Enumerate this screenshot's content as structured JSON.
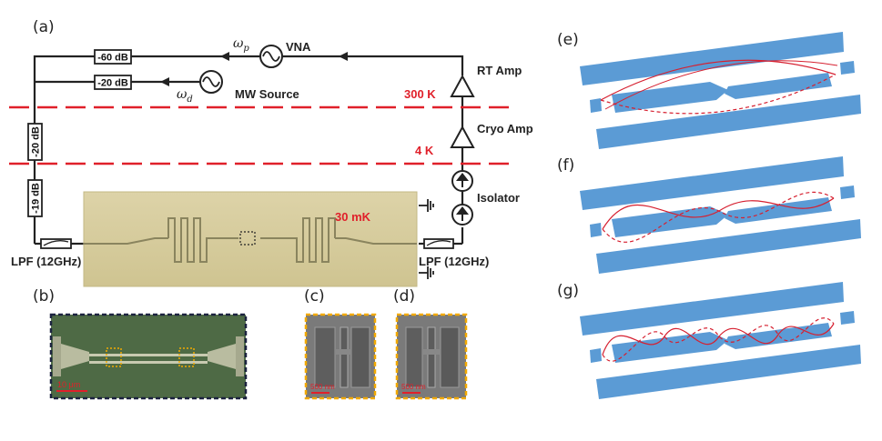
{
  "panels": {
    "a": "(a)",
    "b": "(b)",
    "c": "(c)",
    "d": "(d)",
    "e": "(e)",
    "f": "(f)",
    "g": "(g)"
  },
  "circuit": {
    "vna_label": "VNA",
    "vna_freq": "ω",
    "vna_freq_sub": "p",
    "source_label": "MW Source",
    "source_freq": "ω",
    "source_freq_sub": "d",
    "rt_amp": "RT Amp",
    "cryo_amp": "Cryo Amp",
    "isolator": "Isolator",
    "temp_300k": "300 K",
    "temp_4k": "4 K",
    "temp_30mk": "30 mK",
    "lpf_left": "LPF (12GHz)",
    "lpf_right": "LPF (12GHz)",
    "atten_top": "-60 dB",
    "atten_source": "-20 dB",
    "atten_vert1": "-20 dB",
    "atten_vert2": "-19 dB"
  },
  "scale_bars": {
    "b": "10 μm",
    "c": "500 nm",
    "d": "500 nm"
  },
  "colors": {
    "line": "#222222",
    "temperature_line": "#e0202a",
    "strip": "#5b9bd5",
    "mode_curve": "#d62030",
    "chip_bg": "#d8ceA0",
    "optical_bg": "#4e6a45",
    "sem_bg": "#7a7a7a",
    "sem_border": "#f2a900"
  }
}
